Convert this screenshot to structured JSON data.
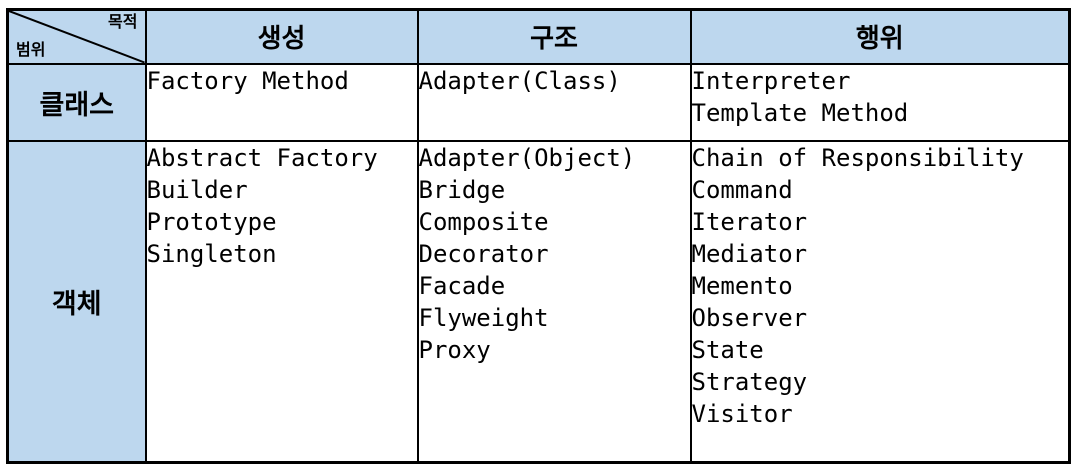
{
  "table": {
    "corner": {
      "top_label": "목적",
      "bottom_label": "범위"
    },
    "columns": [
      "생성",
      "구조",
      "행위"
    ],
    "rows": [
      {
        "scope": "클래스",
        "cells": [
          [
            "Factory Method"
          ],
          [
            "Adapter(Class)"
          ],
          [
            "Interpreter",
            "Template Method"
          ]
        ]
      },
      {
        "scope": "객체",
        "cells": [
          [
            "Abstract Factory",
            "Builder",
            "Prototype",
            "Singleton"
          ],
          [
            "Adapter(Object)",
            "Bridge",
            "Composite",
            "Decorator",
            "Facade",
            "Flyweight",
            "Proxy"
          ],
          [
            "Chain of Responsibility",
            "Command",
            "Iterator",
            "Mediator",
            "Memento",
            "Observer",
            "State",
            "Strategy",
            "Visitor"
          ]
        ]
      }
    ],
    "colors": {
      "header_bg": "#BDD7EE",
      "cell_bg": "#FFFFFF",
      "border": "#000000"
    }
  }
}
